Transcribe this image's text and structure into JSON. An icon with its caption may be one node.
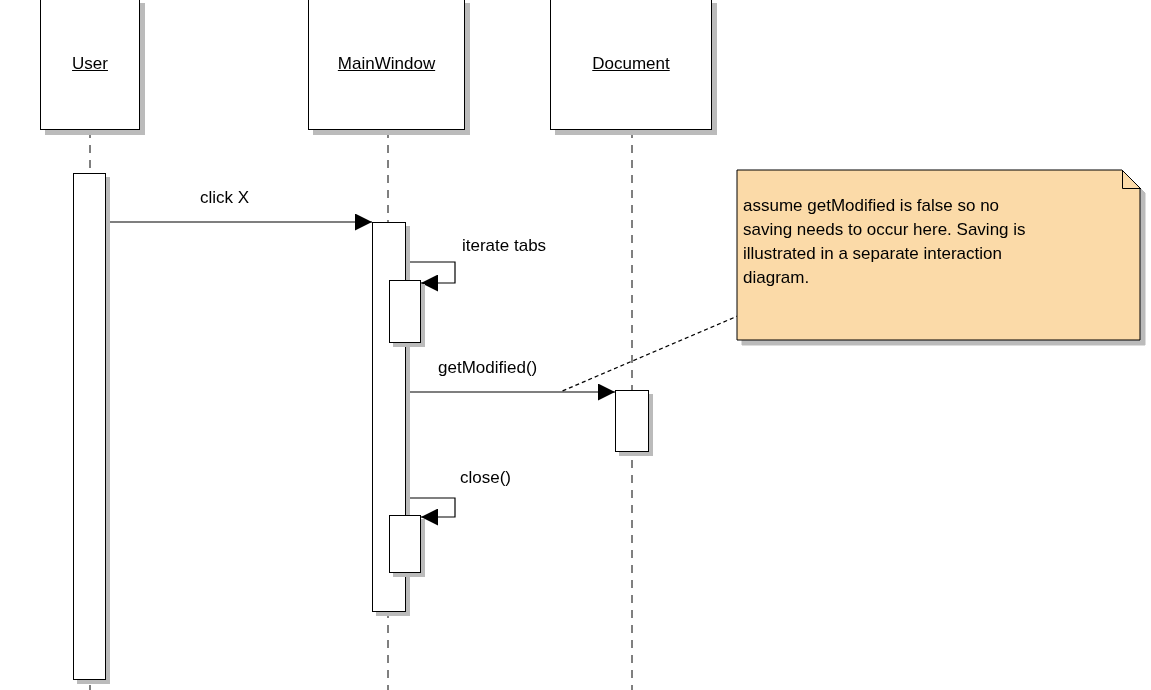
{
  "diagram": {
    "nodes": [
      {
        "text": [
          "User"
        ]
      },
      {
        "text": [
          "MainWindow"
        ]
      },
      {
        "text": [
          "Document"
        ]
      },
      {
        "text": [],
        "shape": "bar"
      },
      {
        "text": [],
        "shape": "bar"
      },
      {
        "text": [],
        "shape": "bar"
      },
      {
        "text": [],
        "shape": "bar"
      },
      {
        "text": [],
        "shape": "bar"
      },
      {
        "text": [
          "assume getModified is false so no saving needs to occur here. Saving is illustrated in a separate interaction diagram."
        ]
      }
    ],
    "edges": [
      {
        "from": 3,
        "to": 4,
        "arrow": "to",
        "label": "click X"
      },
      {
        "from": 4,
        "to": 5,
        "arrow": "to",
        "label": "iterate tabs"
      },
      {
        "from": 4,
        "to": 6,
        "arrow": "to",
        "label": "getModified()"
      },
      {
        "from": 4,
        "to": 7,
        "arrow": "to",
        "label": "close()"
      },
      {
        "from": 8,
        "to": null,
        "arrow": "none",
        "style": "dashed"
      }
    ]
  }
}
